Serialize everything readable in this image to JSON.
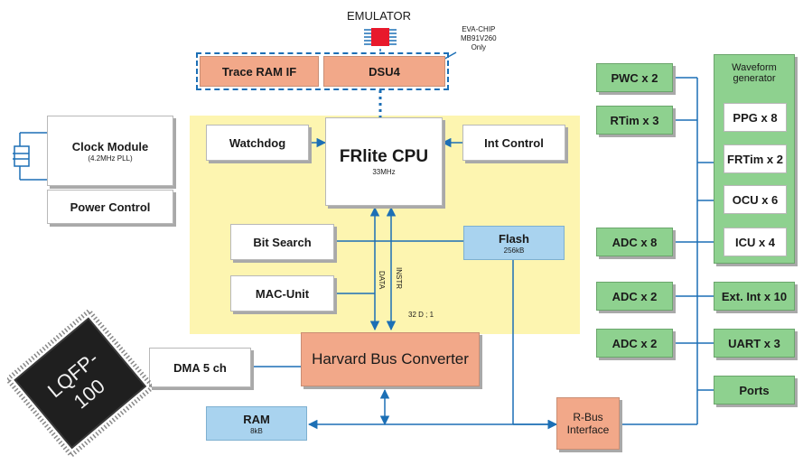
{
  "colors": {
    "wire": "#1c6fb5",
    "yellow_region": "#fdf5b0",
    "salmon": "#f2a889",
    "green": "#8ed18f",
    "blue": "#a9d3ef",
    "emulator": "#e8192c"
  },
  "emulator": {
    "label": "EMULATOR",
    "note": [
      "EVA-CHIP",
      "MB91V260",
      "Only"
    ]
  },
  "blocks": {
    "trace_ram_if": "Trace RAM IF",
    "dsu4": "DSU4",
    "clock_module": {
      "label": "Clock Module",
      "sub": "(4.2MHz PLL)"
    },
    "power_control": "Power Control",
    "watchdog": "Watchdog",
    "cpu": {
      "label": "FRlite CPU",
      "sub": "33MHz"
    },
    "int_control": "Int Control",
    "bit_search": "Bit Search",
    "mac_unit": "MAC-Unit",
    "flash": {
      "label": "Flash",
      "sub": "256kB"
    },
    "harvard": "Harvard Bus Converter",
    "dma": "DMA 5 ch",
    "ram": {
      "label": "RAM",
      "sub": "8kB"
    },
    "rbus": [
      "R-Bus",
      "Interface"
    ]
  },
  "bus_labels": {
    "data": "DATA",
    "instr": "INSTR",
    "width": "32 D ; 1"
  },
  "peripherals_left": [
    "PWC x 2",
    "RTim x 3",
    "ADC x 8",
    "ADC x 2",
    "ADC x 2"
  ],
  "waveform": {
    "title": [
      "Waveform",
      "generator"
    ],
    "items": [
      "PPG x 8",
      "FRTim x 2",
      "OCU x 6"
    ]
  },
  "peripherals_right": [
    "ICU x 4",
    "Ext. Int x 10",
    "UART x 3",
    "Ports"
  ],
  "package": [
    "LQFP-",
    "100"
  ]
}
